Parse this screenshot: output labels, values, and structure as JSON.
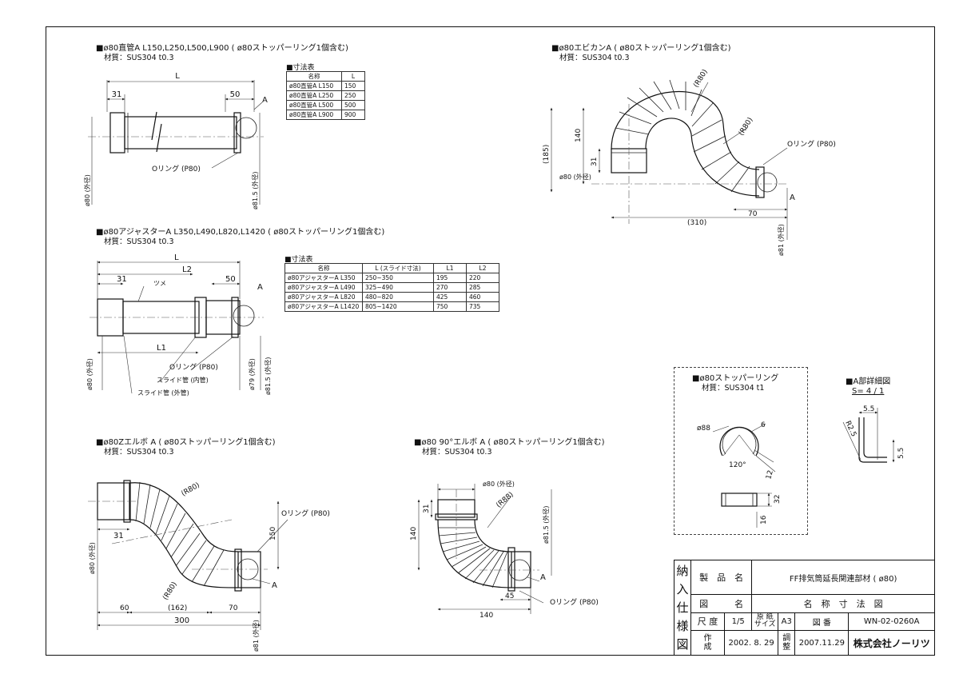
{
  "parts": {
    "straight": {
      "title": "■ø80直管A L150,L250,L500,L900 ( ø80ストッパーリング1個含む)",
      "material": "材質：SUS304 t0.3",
      "table_title": "■寸法表",
      "table_headers": [
        "名称",
        "L"
      ],
      "table_rows": [
        [
          "ø80直管A L150",
          "150"
        ],
        [
          "ø80直管A L250",
          "250"
        ],
        [
          "ø80直管A L500",
          "500"
        ],
        [
          "ø80直管A L900",
          "900"
        ]
      ],
      "labels": {
        "L": "L",
        "d31": "31",
        "d50": "50",
        "A": "A",
        "oring": "Oリング (P80)",
        "od80": "ø80 (外径)",
        "od815": "ø81.5 (外径)"
      }
    },
    "adjuster": {
      "title": "■ø80アジャスターA L350,L490,L820,L1420 ( ø80ストッパーリング1個含む)",
      "material": "材質：SUS304 t0.3",
      "table_title": "■寸法表",
      "table_headers": [
        "名称",
        "L (スライド寸法)",
        "L1",
        "L2"
      ],
      "table_rows": [
        [
          "ø80アジャスターA L350",
          "250~350",
          "195",
          "220"
        ],
        [
          "ø80アジャスターA L490",
          "325~490",
          "270",
          "285"
        ],
        [
          "ø80アジャスターA L820",
          "480~820",
          "425",
          "460"
        ],
        [
          "ø80アジャスターA L1420",
          "805~1420",
          "750",
          "735"
        ]
      ],
      "labels": {
        "L": "L",
        "L2": "L2",
        "L1": "L1",
        "d31": "31",
        "d50": "50",
        "tsume": "ツメ",
        "A": "A",
        "oring": "Oリング (P80)",
        "inner": "スライド管 (内管)",
        "outer": "スライド管 (外管)",
        "od80": "ø80 (外径)",
        "od79": "ø79 (外径)",
        "od815": "ø81.5 (外径)"
      }
    },
    "ebikan": {
      "title": "■ø80エビカンA ( ø80ストッパーリング1個含む)",
      "material": "材質：SUS304 t0.3",
      "labels": {
        "R80a": "(R80)",
        "R80b": "(R80)",
        "d185": "(185)",
        "d140": "140",
        "d31": "31",
        "od80": "ø80 (外径)",
        "d310": "(310)",
        "d70": "70",
        "A": "A",
        "oring": "Oリング (P80)",
        "od815": "ø81 (外径)"
      }
    },
    "zelbow": {
      "title": "■ø80Zエルボ A ( ø80ストッパーリング1個含む)",
      "material": "材質：SUS304 t0.3",
      "labels": {
        "R80a": "(R80)",
        "R80b": "(R80)",
        "d31": "31",
        "od80": "ø80 (外径)",
        "d60": "60",
        "d162": "(162)",
        "d70": "70",
        "d300": "300",
        "d150": "150",
        "A": "A",
        "oring": "Oリング (P80)",
        "od815": "ø81 (外径)"
      }
    },
    "elbow90": {
      "title": "■ø80 90°エルボ A ( ø80ストッパーリング1個含む)",
      "material": "材質：SUS304 t0.3",
      "labels": {
        "od80": "ø80 (外径)",
        "R88": "(R88)",
        "d31": "31",
        "d140v": "140",
        "od815": "ø81.5 (外径)",
        "d45": "45",
        "d140h": "140",
        "A": "A",
        "oring": "Oリング (P80)"
      }
    },
    "stopper": {
      "title": "■ø80ストッパーリング",
      "material": "材質：SUS304 t1",
      "labels": {
        "d88": "ø88",
        "d6": "6",
        "ang": "120°",
        "d12": "12",
        "d32": "32",
        "d16": "16"
      }
    },
    "detail": {
      "title": "■A部詳細図",
      "scale": "S= 4 / 1",
      "labels": {
        "d55a": "5.5",
        "r25": "R2.5",
        "d55b": "5.5"
      }
    }
  },
  "title_block": {
    "side_chars": [
      "納",
      "入",
      "仕",
      "様",
      "図"
    ],
    "product_label": "製　品　名",
    "product_value": "FF排気筒延長関連部材 ( ø80)",
    "drawing_label": "図　　　名",
    "drawing_value": "名　称　寸　法　図",
    "scale_label": "尺 度",
    "scale_value": "1/5",
    "paper_label_1": "原 紙",
    "paper_label_2": "サイズ",
    "paper_value": "A3",
    "number_label": "図 番",
    "number_value": "WN-02-0260A",
    "made_label_1": "作",
    "made_label_2": "成",
    "made_date": "2002. 8. 29",
    "adj_label_1": "調",
    "adj_label_2": "整",
    "adj_date": "2007.11.29",
    "company": "株式会社ノーリツ"
  }
}
